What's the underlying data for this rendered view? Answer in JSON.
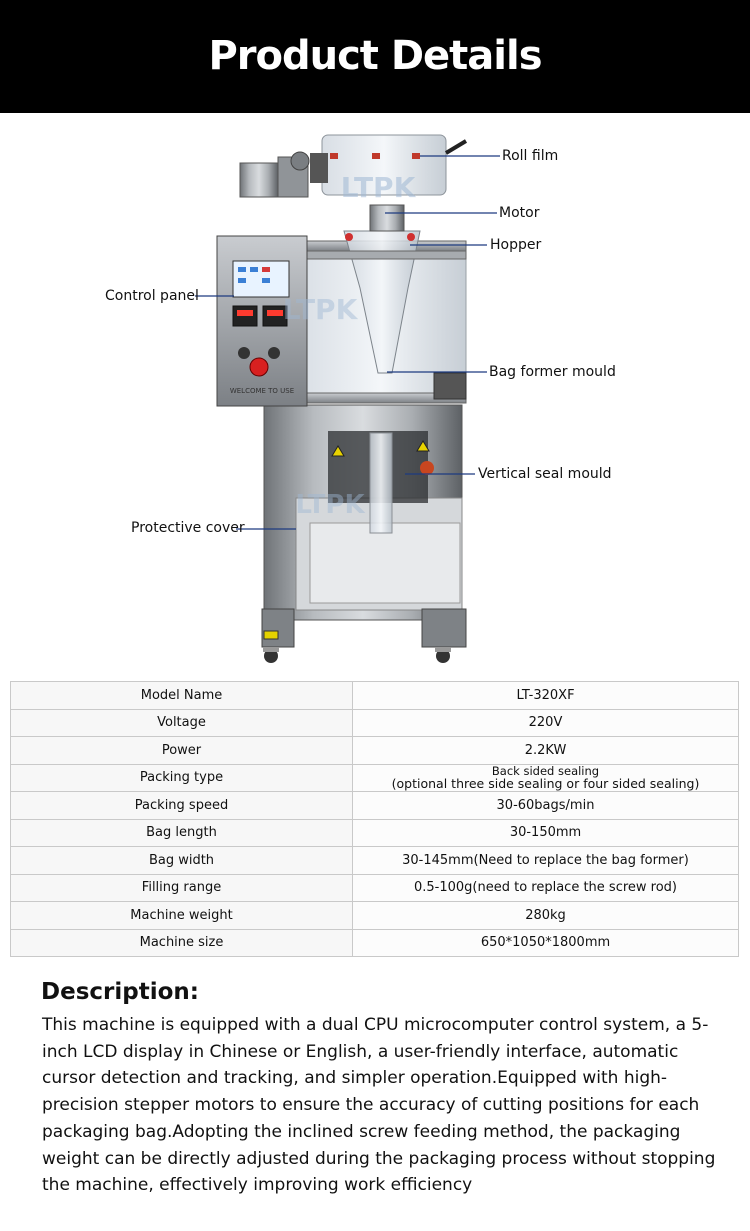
{
  "header": {
    "title": "Product Details"
  },
  "watermark": "LTPK",
  "machine_labels": {
    "roll_film": "Roll film",
    "motor": "Motor",
    "hopper": "Hopper",
    "control_panel": "Control panel",
    "bag_former_mould": "Bag former mould",
    "vertical_seal_mould": "Vertical seal mould",
    "protective_cover": "Protective cover",
    "panel_text": "WELCOME TO USE"
  },
  "specs": [
    {
      "key": "Model Name",
      "value": "LT-320XF"
    },
    {
      "key": "Voltage",
      "value": "220V"
    },
    {
      "key": "Power",
      "value": "2.2KW"
    },
    {
      "key": "Packing type",
      "value_line1": "Back sided sealing",
      "value_line2": "(optional three side sealing or four sided sealing)"
    },
    {
      "key": "Packing speed",
      "value": "30-60bags/min"
    },
    {
      "key": "Bag length",
      "value": "30-150mm"
    },
    {
      "key": "Bag width",
      "value": "30-145mm(Need to replace the bag former)"
    },
    {
      "key": "Filling range",
      "value": "0.5-100g(need to replace the screw rod)"
    },
    {
      "key": "Machine weight",
      "value": "280kg"
    },
    {
      "key": "Machine size",
      "value": "650*1050*1800mm"
    }
  ],
  "description": {
    "title": "Description:",
    "body": "This machine is equipped with a dual CPU microcomputer control system, a 5-inch LCD display in Chinese or English, a user-friendly interface, automatic cursor detection and tracking, and simpler operation.Equipped with high-precision stepper motors to ensure the accuracy of cutting positions for each packaging bag.Adopting the inclined screw feeding method, the packaging weight can be directly adjusted during the packaging process without stopping the machine, effectively improving work efficiency"
  }
}
